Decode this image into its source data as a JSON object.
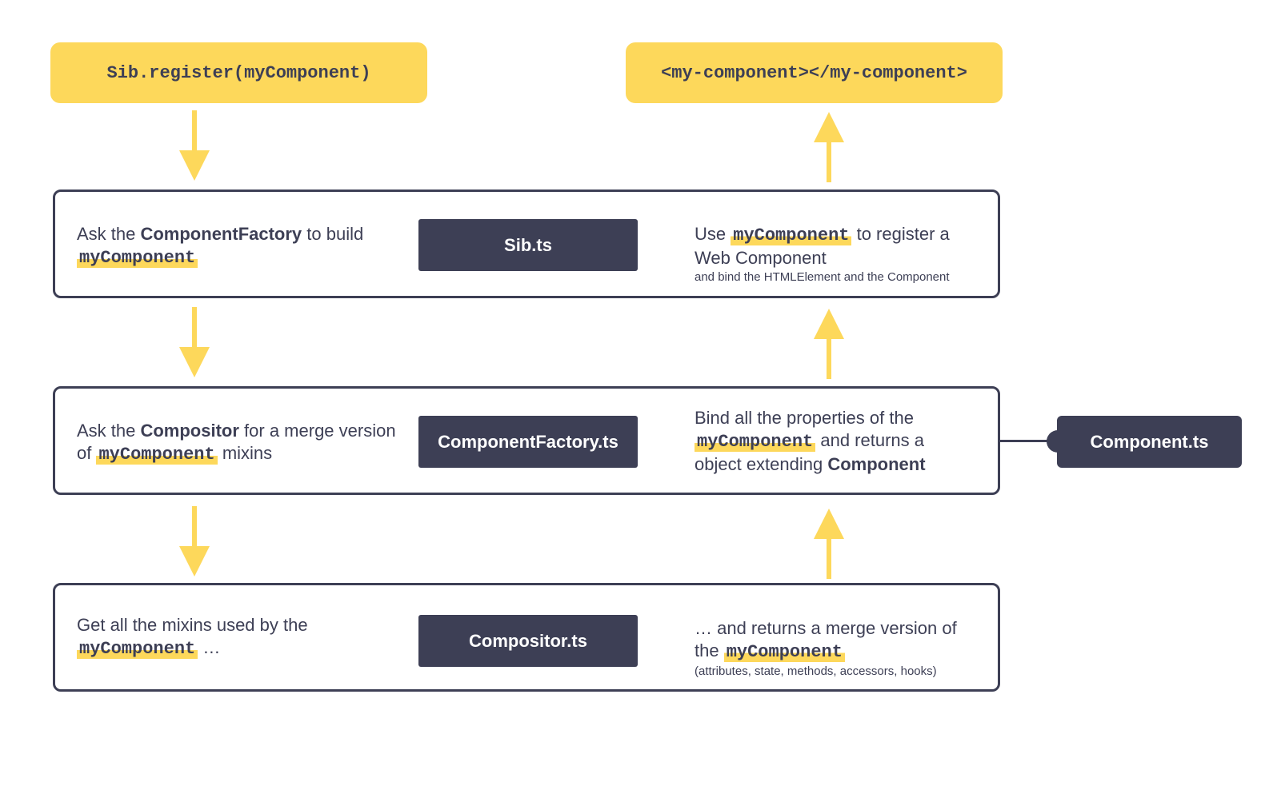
{
  "top": {
    "register_call": "Sib.register(myComponent)",
    "tag_output": "<my-component></my-component>"
  },
  "rows": [
    {
      "file": "Sib.ts",
      "left": {
        "pre": "Ask the ",
        "bold": "ComponentFactory",
        "post": " to build ",
        "code": "myComponent"
      },
      "right": {
        "pre": "Use ",
        "code": "myComponent",
        "post": " to register a Web Component",
        "small": "and bind the HTMLElement and the Component"
      }
    },
    {
      "file": "ComponentFactory.ts",
      "left": {
        "pre": "Ask the ",
        "bold": "Compositor",
        "mid": " for a merge version of ",
        "code": "myComponent",
        "post": " mixins"
      },
      "right": {
        "pre": "Bind all the properties of the ",
        "code": "myComponent",
        "mid": " and returns a object extending ",
        "bold": "Component"
      }
    },
    {
      "file": "Compositor.ts",
      "left": {
        "pre": "Get all the mixins used by the ",
        "code": "myComponent",
        "post": " …"
      },
      "right": {
        "pre": "… and returns a merge version of the ",
        "code": "myComponent",
        "small": "(attributes, state, methods, accessors,  hooks)"
      }
    }
  ],
  "side": {
    "file": "Component.ts"
  },
  "colors": {
    "accent": "#fdd85b",
    "dark": "#3d3f55",
    "background": "#ffffff"
  }
}
